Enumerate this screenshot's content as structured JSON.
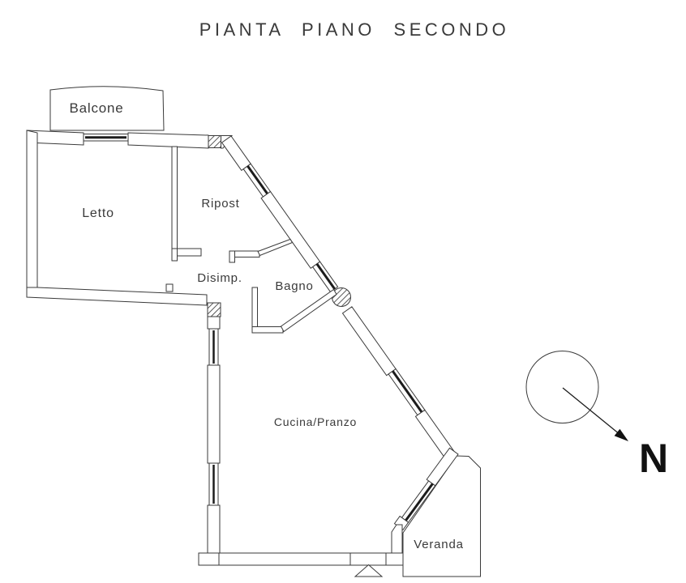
{
  "title": "PIANTA PIANO SECONDO",
  "labels": {
    "balcone": "Balcone",
    "letto": "Letto",
    "ripost": "Ripost",
    "disimp": "Disimp.",
    "bagno": "Bagno",
    "cucina_pranzo": "Cucina/Pranzo",
    "veranda": "Veranda"
  },
  "compass": {
    "north": "N"
  },
  "colors": {
    "line": "#3a3a3a",
    "wall_fill": "#ffffff",
    "window_band": "#1c1c1c",
    "background": "#ffffff"
  }
}
